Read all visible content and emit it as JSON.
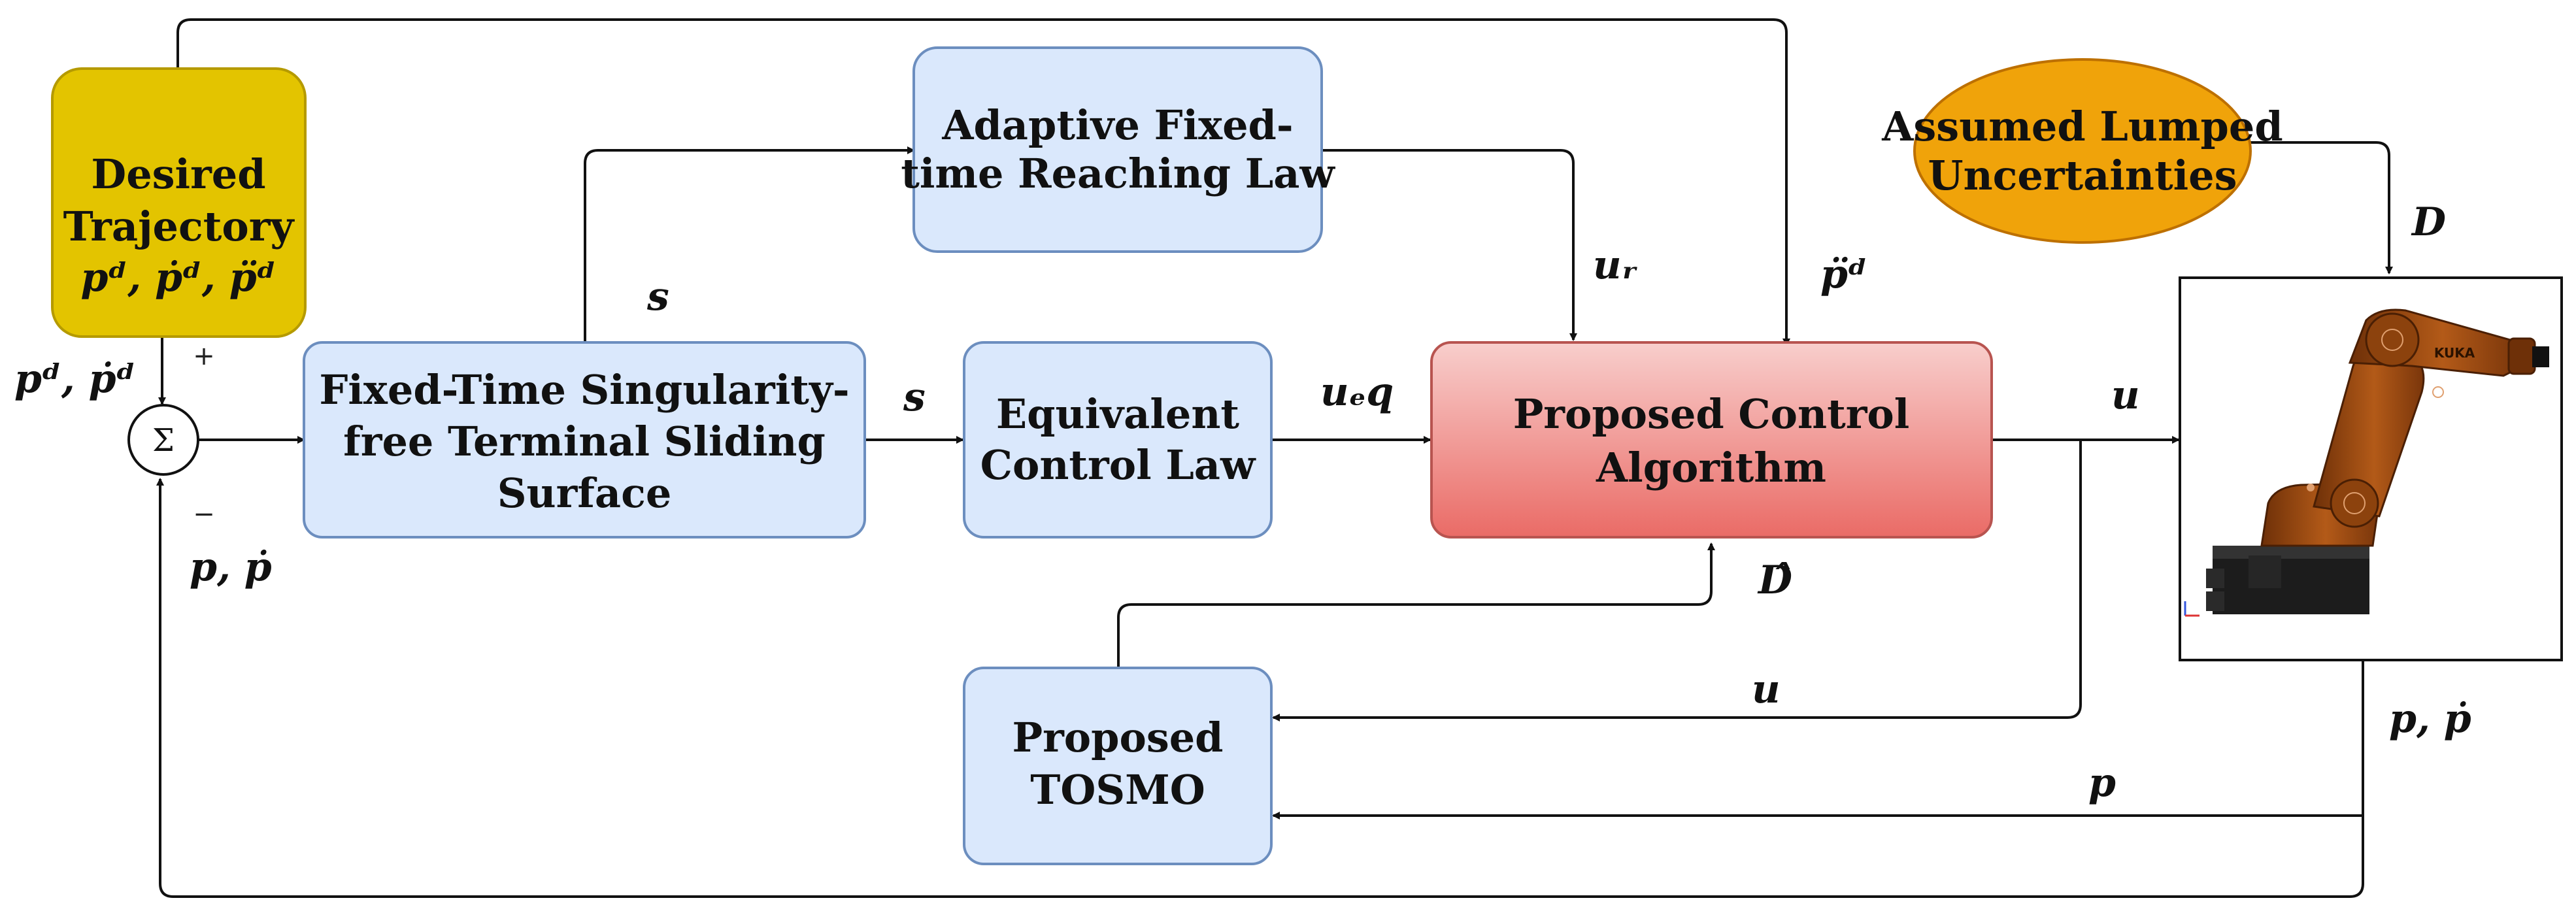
{
  "blocks": {
    "desired_trajectory": {
      "line1": "Desired",
      "line2": "Trajectory",
      "line3": "𝒑ᵈ, 𝒑̇ᵈ, 𝒑̈ᵈ"
    },
    "sliding_surface": {
      "line1": "Fixed-Time Singularity-",
      "line2": "free Terminal Sliding",
      "line3": "Surface"
    },
    "reaching_law": {
      "line1": "Adaptive Fixed-",
      "line2": "time Reaching Law"
    },
    "equivalent_control": {
      "line1": "Equivalent",
      "line2": "Control Law"
    },
    "proposed_control": {
      "line1": "Proposed Control",
      "line2": "Algorithm"
    },
    "tosmo": {
      "line1": "Proposed",
      "line2": "TOSMO"
    },
    "uncertainties": {
      "line1": "Assumed Lumped",
      "line2": "Uncertainties"
    }
  },
  "summing_junction": {
    "symbol": "Σ",
    "plus_sign": "+",
    "minus_sign": "−"
  },
  "signals": {
    "pd_pdot_d": "𝒑ᵈ, 𝒑̇ᵈ",
    "p_pdot_feedback": "𝒑, 𝒑̇",
    "s_upper": "𝒔",
    "s_right": "𝒔",
    "u_r": "𝒖ᵣ",
    "pddot_d": "𝒑̈ᵈ",
    "u_eq": "𝒖ₑq",
    "u_out": "𝒖",
    "d_hat": "𝑫̂",
    "u_feedback": "𝒖",
    "p_feedback": "𝒑",
    "p_pdot_out": "𝒑, 𝒑̇",
    "d_disturbance": "𝑫"
  },
  "robot_label": "KUKA",
  "colors": {
    "desired_fill": "#e3c400",
    "desired_stroke": "#b59a00",
    "block_fill": "#dae8fc",
    "block_stroke": "#6c8ebf",
    "control_fill_top": "#f8cecc",
    "control_fill_bottom": "#ea6b66",
    "control_stroke": "#b85450",
    "uncertainty_fill": "#f0a30a",
    "uncertainty_stroke": "#bd7000",
    "robot_body": "#9c4a10",
    "robot_base": "#1c1c1c"
  }
}
